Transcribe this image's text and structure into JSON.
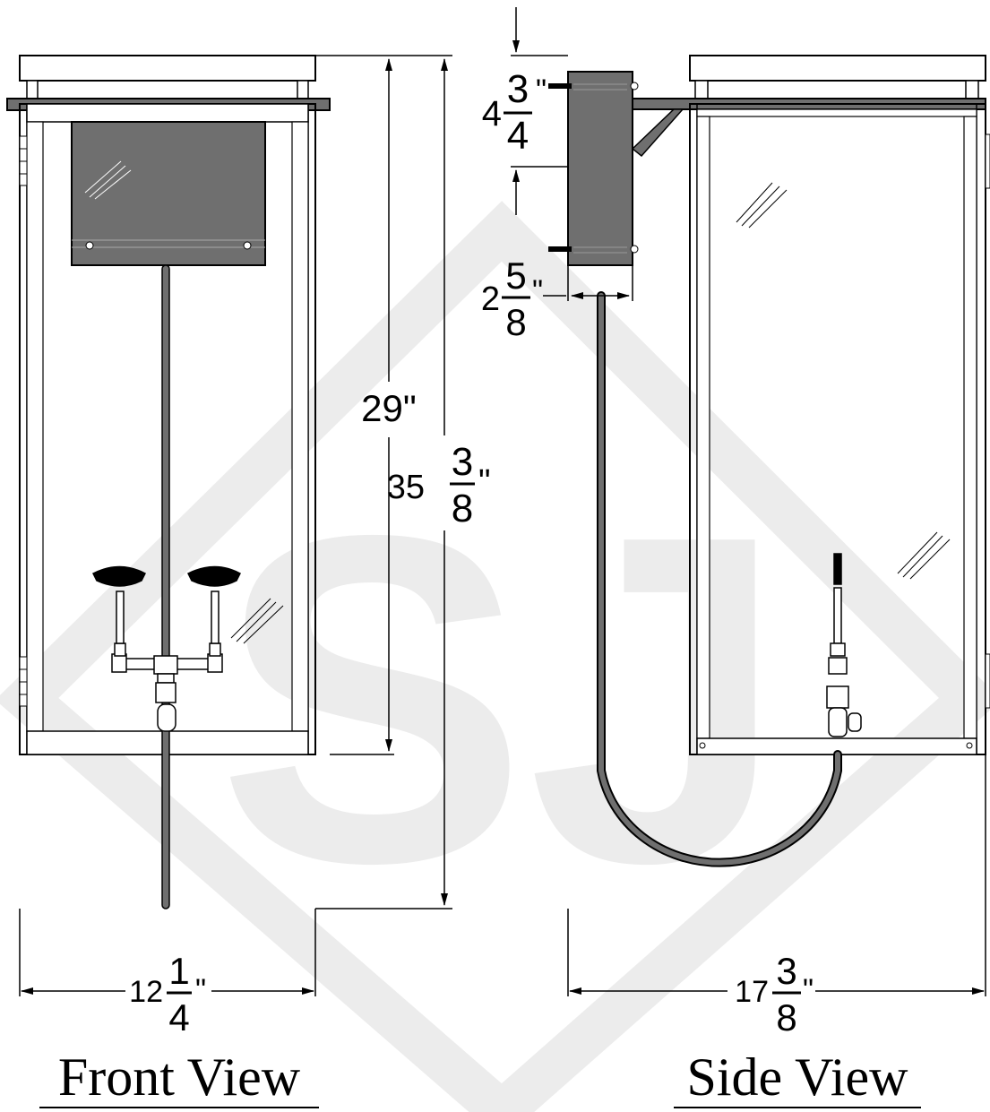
{
  "watermark": {
    "letters": "SJ",
    "color": "#e9e9e9"
  },
  "colors": {
    "line": "#000000",
    "fill_dark": "#6f6f6f",
    "fill_glass": "#8a8a8a",
    "background": "#ffffff"
  },
  "front_view": {
    "label": "Front View",
    "dim_height_inner": "29\"",
    "dim_height_total": {
      "whole": "35",
      "num": "3",
      "den": "8",
      "unit": "\""
    },
    "dim_width": {
      "whole": "12",
      "num": "1",
      "den": "4",
      "unit": "\""
    }
  },
  "side_view": {
    "label": "Side View",
    "dim_bracket_height": {
      "whole": "4",
      "num": "3",
      "den": "4",
      "unit": "\""
    },
    "dim_bracket_depth": {
      "whole": "2",
      "num": "5",
      "den": "8",
      "unit": "\""
    },
    "dim_width": {
      "whole": "17",
      "num": "3",
      "den": "8",
      "unit": "\""
    }
  }
}
